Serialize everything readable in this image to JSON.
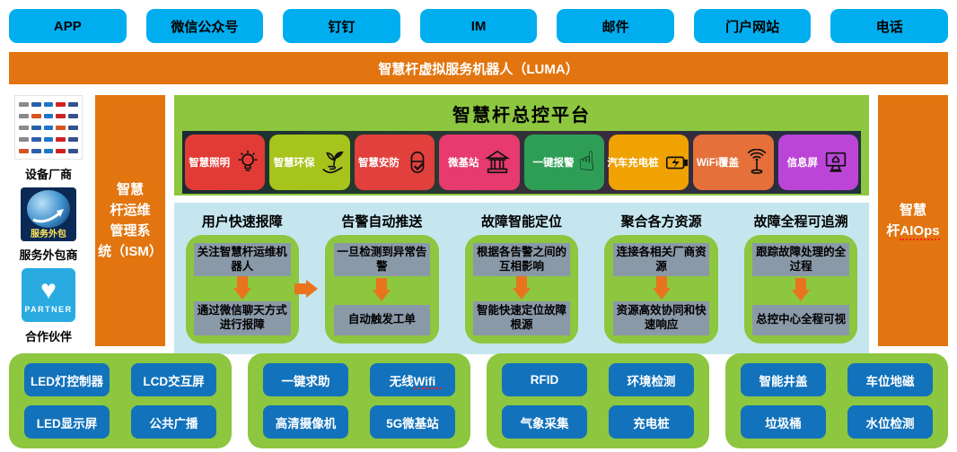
{
  "channels": [
    {
      "label": "APP"
    },
    {
      "label": "微信公众号"
    },
    {
      "label": "钉钉"
    },
    {
      "label": "IM"
    },
    {
      "label": "邮件"
    },
    {
      "label": "门户网站"
    },
    {
      "label": "电话"
    }
  ],
  "luma_bar": {
    "label": "智慧杆虚拟服务机器人（LUMA）"
  },
  "left_panel": {
    "vendors_label": "设备厂商",
    "outsourcing_logo_text": "服务外包",
    "outsourcing_label": "服务外包商",
    "partner_heart_glyph": "♥",
    "partner_logo_text": "PARTNER",
    "partner_label": "合作伙伴"
  },
  "ism_bar": {
    "lines": [
      "智慧",
      "杆运维",
      "管理系",
      "统（ISM）"
    ]
  },
  "aiops_bar": {
    "line1": "智慧",
    "line2_prefix": "杆",
    "line2_word": "AIOps"
  },
  "platform": {
    "title": "智慧杆总控平台",
    "tiles": [
      {
        "label": "智慧照明",
        "icon": "lightbulb-icon",
        "color": "#E23B35"
      },
      {
        "label": "智慧环保",
        "icon": "plant-hand-icon",
        "color": "#A7C41C"
      },
      {
        "label": "智慧安防",
        "icon": "lock-check-icon",
        "color": "#E2403C"
      },
      {
        "label": "微基站",
        "icon": "bank-building-icon",
        "color": "#E73A6E"
      },
      {
        "label": "一键报警",
        "icon": "pointing-hand-icon",
        "color": "#2E9E57",
        "glyph": "☝"
      },
      {
        "label": "汽车充电桩",
        "icon": "battery-charge-icon",
        "color": "#F0A202"
      },
      {
        "label": "WiFi覆盖",
        "icon": "antenna-icon",
        "color": "#E5703A"
      },
      {
        "label": "信息屏",
        "icon": "monitor-icon",
        "color": "#BC45D8"
      }
    ]
  },
  "process": {
    "columns": [
      {
        "title": "用户快速报障",
        "step1": "关注智慧杆运维机器人",
        "step2": "通过微信聊天方式进行报障"
      },
      {
        "title": "告警自动推送",
        "step1": "一旦检测到异常告警",
        "step2": "自动触发工单"
      },
      {
        "title": "故障智能定位",
        "step1": "根据各告警之间的互相影响",
        "step2": "智能快速定位故障根源"
      },
      {
        "title": "聚合各方资源",
        "step1": "连接各相关厂商资源",
        "step2": "资源高效协同和快速响应"
      },
      {
        "title": "故障全程可追溯",
        "step1": "跟踪故障处理的全过程",
        "step2": "总控中心全程可视"
      }
    ]
  },
  "devices": {
    "groups": [
      {
        "items": [
          "LED灯控制器",
          "LCD交互屏",
          "LED显示屏",
          "公共广播"
        ]
      },
      {
        "items": [
          "一键求助",
          "无线Wifi",
          "高清摄像机",
          "5G微基站"
        ]
      },
      {
        "items": [
          "RFID",
          "环境检测",
          "气象采集",
          "充电桩"
        ]
      },
      {
        "items": [
          "智能井盖",
          "车位地磁",
          "垃圾桶",
          "水位检测"
        ]
      }
    ]
  },
  "colors": {
    "channel_cyan": "#00AEEF",
    "bar_orange": "#E2750F",
    "panel_green": "#8DC63F",
    "process_blue": "#C5E6EF",
    "step_gray": "#8A99A8",
    "device_blue": "#1272BB",
    "arrow_orange": "#E8741E"
  }
}
